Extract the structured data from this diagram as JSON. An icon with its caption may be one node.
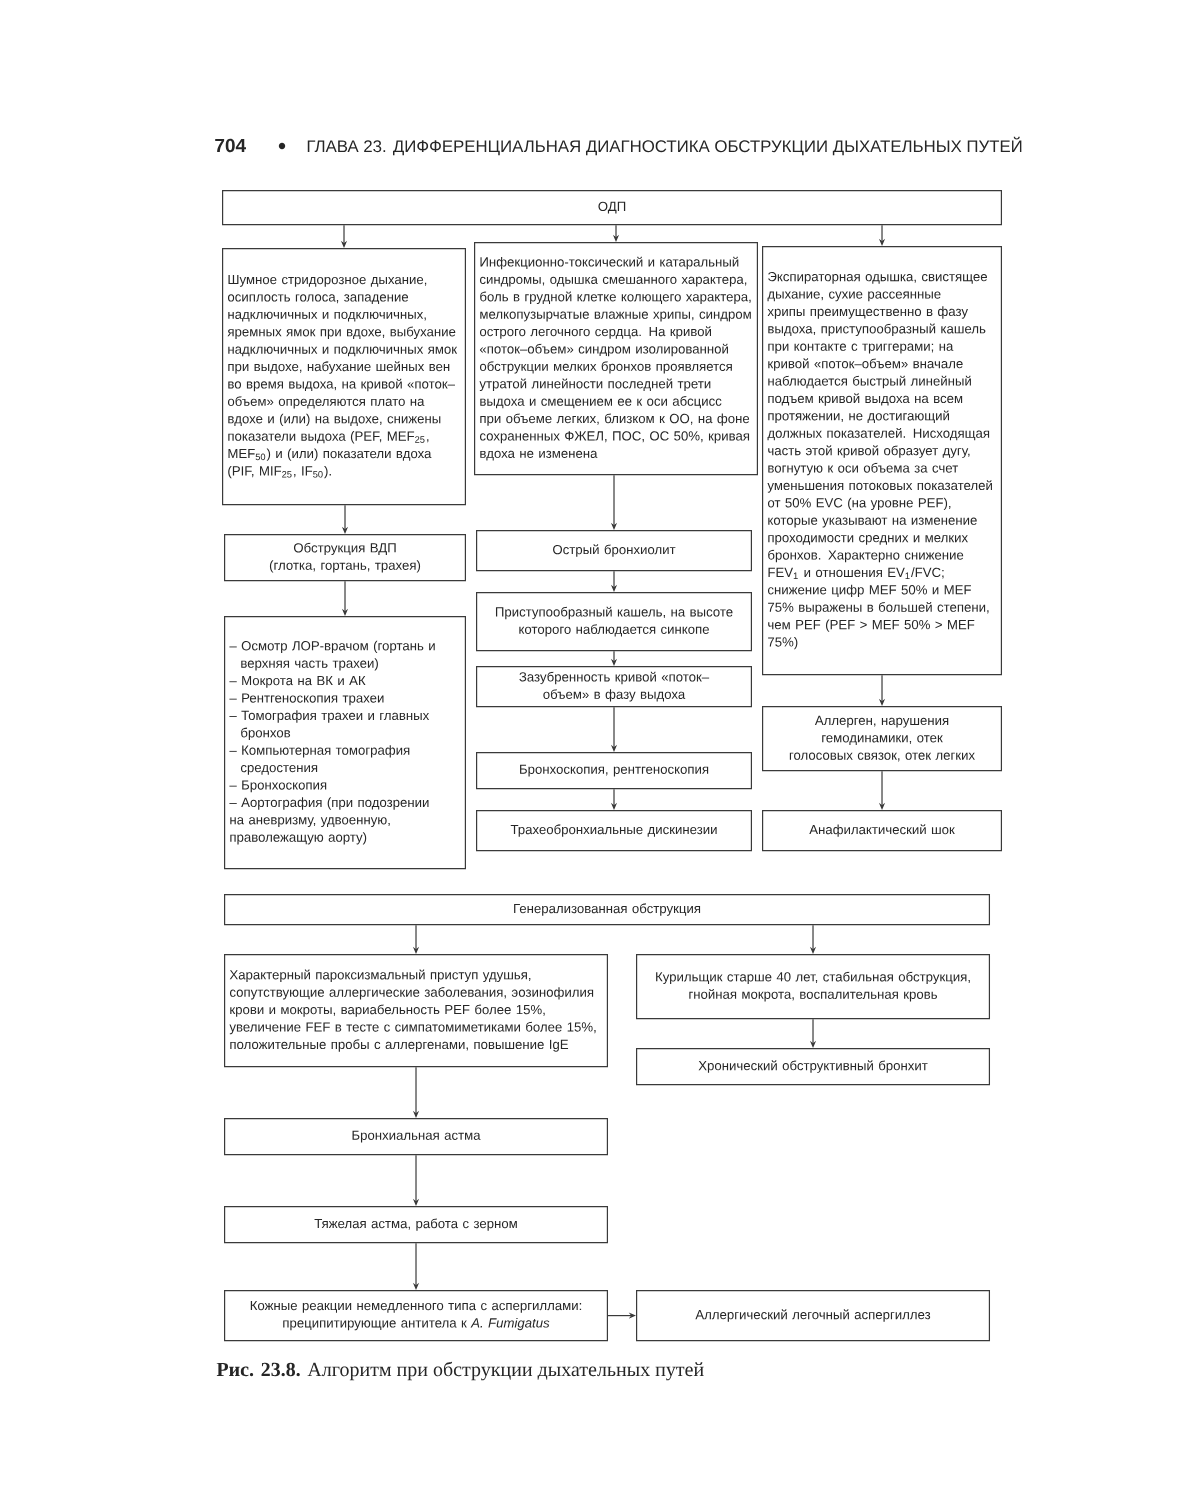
{
  "diagram": {
    "caption": "**Рис. 23.8.** Алгоритм при обструкции дыхательных путей",
    "nodes": [
      {
        "text": [
          "ОДП"
        ]
      },
      {
        "text": [
          "Шумное стридорозное дыхание, осиплость голоса, западение надключичных и подключичных, яремных ямок при вдохе, выбухание надключичных и подключичных ямок при выдохе, набухание шейных вен во время выдоха, на кривой «поток–объем» определяются плато на вдохе и (или) на выдохе, снижены показатели выдоха (PEF, MEF$_{25}$, MEF$_{50}$) и (или) показатели вдоха (PIF, MIF$_{25}$, IF$_{50}$)."
        ]
      },
      {
        "text": [
          "Инфекционно-токсический и катаральный синдромы, одышка смешанного характера, боль в грудной клетке колющего характера, мелкопузырчатые влажные хрипы, синдром острого легочного сердца. На кривой «поток–объем» синдром изолированной обструкции мелких бронхов проявляется утратой линейности последней трети выдоха и смещением ее к оси абсцисс при объеме легких, близком к ОО, на фоне сохраненных ФЖЕЛ, ПОС, ОС 50%, кривая вдоха не изменена"
        ]
      },
      {
        "text": [
          "Экспираторная одышка, свистящее дыхание, сухие рассеянные хрипы преимущественно в фазу выдоха, приступообразный кашель при контакте с триггерами; на кривой «поток–объем» вначале наблюдается быстрый линейный подъем кривой выдоха на всем протяжении, не достигающий должных показателей. Нисходящая часть этой кривой образует дугу, вогнутую к оси объема за счет уменьшения потоковых показателей от 50% EVC (на уровне PEF), которые указывают на изменение проходимости средних и мелких бронхов. Характерно снижение FEV$_{1}$ и отношения EV$_{1}$/FVC; снижение цифр MEF 50% и MEF 75% выражены в большей степени, чем PEF (PEF > MEF 50% > MEF 75%)"
        ]
      },
      {
        "text": [
          "Обструкция ВДП (глотка, гортань, трахея)"
        ]
      },
      {
        "text": [
          "– Осмотр ЛОР-врачом (гортань и верхняя часть трахеи)",
          "– Мокрота на ВК и АК",
          "– Рентгеноскопия трахеи",
          "– Томография трахеи и главных бронхов",
          "– Компьютерная томография средостения",
          "– Бронхоскопия",
          "– Аортография (при подозрении на аневризму, удвоенную, праволежащую аорту)"
        ]
      },
      {
        "text": [
          "Острый бронхиолит"
        ]
      },
      {
        "text": [
          "Приступообразный кашель, на высоте которого наблюдается синкопе"
        ]
      },
      {
        "text": [
          "Зазубренность кривой «поток–объем» в фазу выдоха"
        ]
      },
      {
        "text": [
          "Бронхоскопия, рентгеноскопия"
        ]
      },
      {
        "text": [
          "Трахеобронхиальные дискинезии"
        ]
      },
      {
        "text": [
          "Аллерген, нарушения гемодинамики, отек голосовых связок, отек легких"
        ]
      },
      {
        "text": [
          "Анафилактический шок"
        ]
      },
      {
        "text": [
          "Генерализованная обструкция"
        ]
      },
      {
        "text": [
          "Характерный пароксизмальный приступ удушья, сопутствующие аллергические заболевания, эозинофилия крови и мокроты, вариабельность PEF более 15%, увеличение FEF в тесте с симпатомиметиками более 15%, положительные пробы с аллергенами, повышение IgE"
        ]
      },
      {
        "text": [
          "Курильщик старше 40 лет, стабильная обструкция, гнойная мокрота, воспалительная кровь"
        ]
      },
      {
        "text": [
          "Хронический обструктивный бронхит"
        ]
      },
      {
        "text": [
          "Бронхиальная астма"
        ]
      },
      {
        "text": [
          "Тяжелая астма, работа с зерном"
        ]
      },
      {
        "text": [
          "Кожные реакции немедленного типа с аспергиллами: преципитирующие антитела к *A. Fumigatus*"
        ]
      },
      {
        "text": [
          "Аллергический легочный аспергиллез"
        ]
      }
    ],
    "edges": [
      {
        "from": 0,
        "to": 1,
        "arrow": "to"
      },
      {
        "from": 0,
        "to": 2,
        "arrow": "to"
      },
      {
        "from": 0,
        "to": 3,
        "arrow": "to"
      },
      {
        "from": 1,
        "to": 4,
        "arrow": "to"
      },
      {
        "from": 4,
        "to": 5,
        "arrow": "to"
      },
      {
        "from": 2,
        "to": 6,
        "arrow": "to"
      },
      {
        "from": 6,
        "to": 7,
        "arrow": "to"
      },
      {
        "from": 7,
        "to": 8,
        "arrow": "to"
      },
      {
        "from": 8,
        "to": 9,
        "arrow": "to"
      },
      {
        "from": 9,
        "to": 10,
        "arrow": "to"
      },
      {
        "from": 3,
        "to": 11,
        "arrow": "to"
      },
      {
        "from": 11,
        "to": 12,
        "arrow": "to"
      },
      {
        "from": 13,
        "to": 14,
        "arrow": "to"
      },
      {
        "from": 13,
        "to": 15,
        "arrow": "to"
      },
      {
        "from": 15,
        "to": 16,
        "arrow": "to"
      },
      {
        "from": 14,
        "to": 17,
        "arrow": "to"
      },
      {
        "from": 17,
        "to": 18,
        "arrow": "to"
      },
      {
        "from": 18,
        "to": 19,
        "arrow": "to"
      },
      {
        "from": 19,
        "to": 20,
        "arrow": "to"
      }
    ],
    "labels": [
      "704",
      "ГЛАВА 23. ДИФФЕРЕНЦИАЛЬНАЯ ДИАГНОСТИКА ОБСТРУКЦИИ ДЫХАТЕЛЬНЫХ ПУТЕЙ"
    ]
  }
}
